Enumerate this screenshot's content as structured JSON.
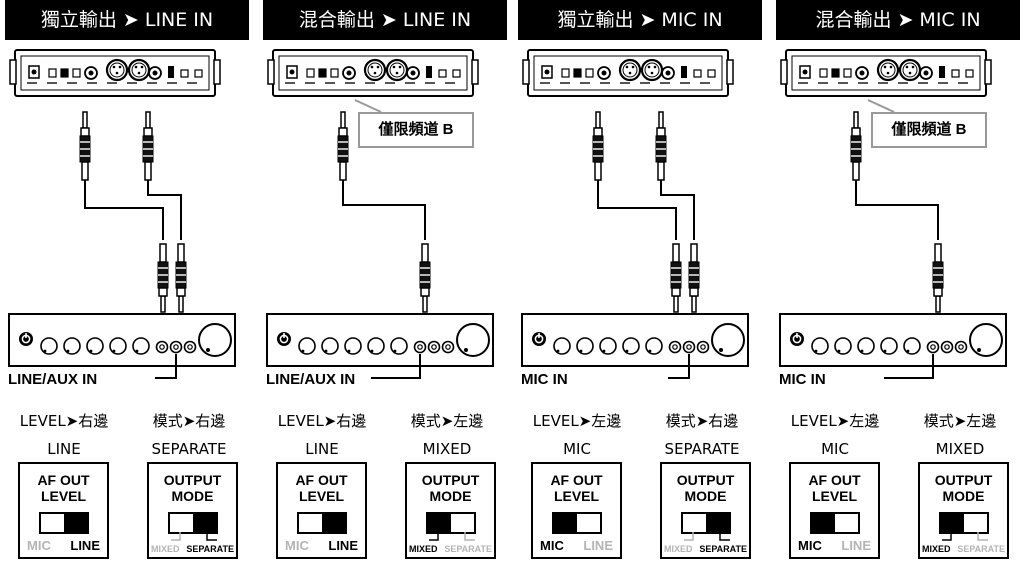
{
  "panels": [
    {
      "header": "獨立輸出 ➤ LINE IN",
      "callout": "",
      "input_label": "LINE/AUX IN",
      "level_heading": "LEVEL➤右邊",
      "level_value": "LINE",
      "mode_heading": "模式➤右邊",
      "mode_value": "SEPARATE",
      "level_switch": {
        "title_1": "AF OUT",
        "title_2": "LEVEL",
        "left": "MIC",
        "right": "LINE",
        "selected": "right"
      },
      "mode_switch": {
        "title_1": "OUTPUT",
        "title_2": "MODE",
        "left": "MIXED",
        "right": "SEPARATE",
        "selected": "right"
      },
      "cables": 2
    },
    {
      "header": "混合輸出 ➤ LINE IN",
      "callout": "僅限頻道 B",
      "input_label": "LINE/AUX IN",
      "level_heading": "LEVEL➤右邊",
      "level_value": "LINE",
      "mode_heading": "模式➤左邊",
      "mode_value": "MIXED",
      "level_switch": {
        "title_1": "AF OUT",
        "title_2": "LEVEL",
        "left": "MIC",
        "right": "LINE",
        "selected": "right"
      },
      "mode_switch": {
        "title_1": "OUTPUT",
        "title_2": "MODE",
        "left": "MIXED",
        "right": "SEPARATE",
        "selected": "left"
      },
      "cables": 1
    },
    {
      "header": "獨立輸出 ➤ MIC IN",
      "callout": "",
      "input_label": "MIC IN",
      "level_heading": "LEVEL➤左邊",
      "level_value": "MIC",
      "mode_heading": "模式➤右邊",
      "mode_value": "SEPARATE",
      "level_switch": {
        "title_1": "AF OUT",
        "title_2": "LEVEL",
        "left": "MIC",
        "right": "LINE",
        "selected": "left"
      },
      "mode_switch": {
        "title_1": "OUTPUT",
        "title_2": "MODE",
        "left": "MIXED",
        "right": "SEPARATE",
        "selected": "right"
      },
      "cables": 2
    },
    {
      "header": "混合輸出 ➤ MIC IN",
      "callout": "僅限頻道 B",
      "input_label": "MIC IN",
      "level_heading": "LEVEL➤左邊",
      "level_value": "MIC",
      "mode_heading": "模式➤左邊",
      "mode_value": "MIXED",
      "level_switch": {
        "title_1": "AF OUT",
        "title_2": "LEVEL",
        "left": "MIC",
        "right": "LINE",
        "selected": "left"
      },
      "mode_switch": {
        "title_1": "OUTPUT",
        "title_2": "MODE",
        "left": "MIXED",
        "right": "SEPARATE",
        "selected": "left"
      },
      "cables": 1
    }
  ]
}
